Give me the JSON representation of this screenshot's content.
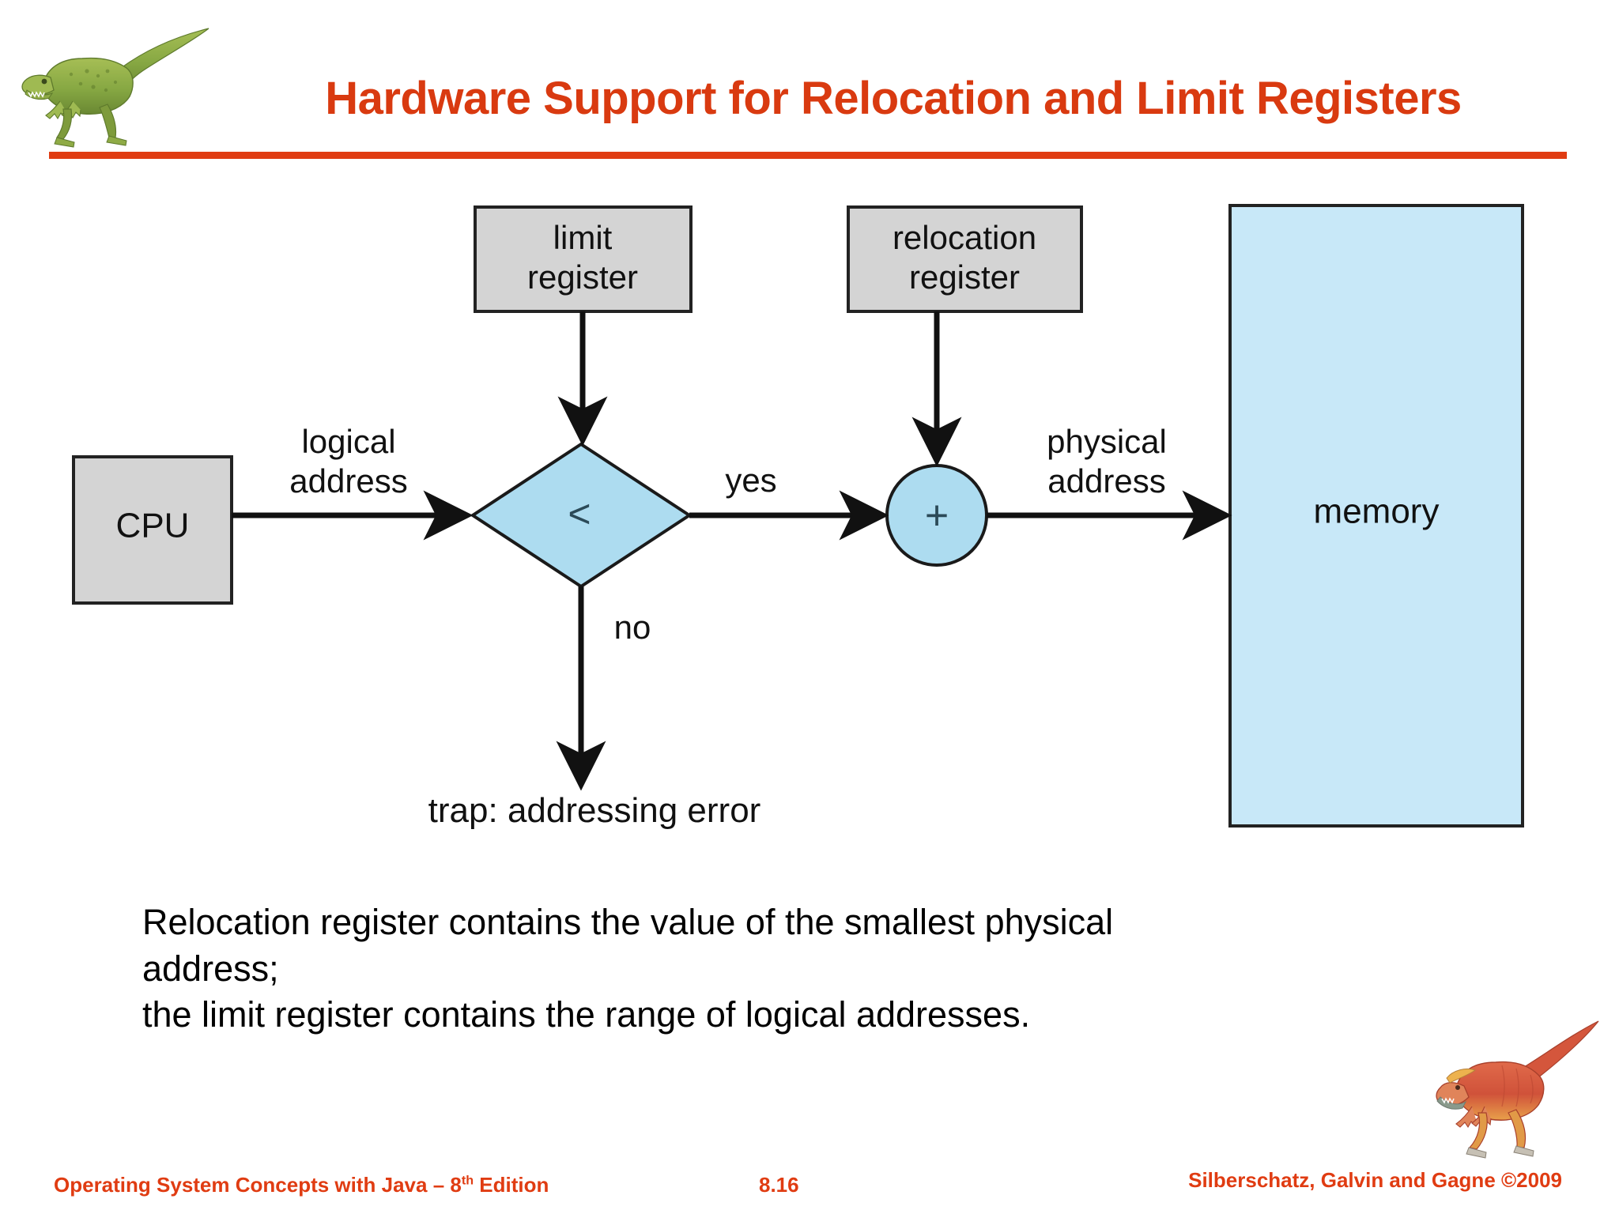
{
  "header": {
    "title": "Hardware Support for Relocation and Limit Registers",
    "logo_icon": "green-dinosaur-icon",
    "rule_color": "#E03C12",
    "title_color": "#D93A10"
  },
  "diagram": {
    "type": "flowchart",
    "nodes": {
      "cpu": {
        "label": "CPU",
        "shape": "rect",
        "fill": "#D4D4D4"
      },
      "limit_register": {
        "label_line1": "limit",
        "label_line2": "register",
        "shape": "rect",
        "fill": "#D4D4D4"
      },
      "relocation_register": {
        "label_line1": "relocation",
        "label_line2": "register",
        "shape": "rect",
        "fill": "#D4D4D4"
      },
      "compare": {
        "label": "<",
        "shape": "diamond",
        "fill": "#ADDCF0"
      },
      "adder": {
        "label": "+",
        "shape": "circle",
        "fill": "#ADDCF0"
      },
      "memory": {
        "label": "memory",
        "shape": "rect",
        "fill": "#C8E8F8"
      }
    },
    "edge_labels": {
      "logical_address_line1": "logical",
      "logical_address_line2": "address",
      "yes": "yes",
      "no": "no",
      "physical_address_line1": "physical",
      "physical_address_line2": "address",
      "trap": "trap: addressing error"
    }
  },
  "body": {
    "line1": "Relocation register contains the value of the smallest physical",
    "line2": "address;",
    "line3": "the limit register contains the range of logical addresses."
  },
  "bottom_logo": {
    "icon": "red-dinosaur-icon"
  },
  "footer": {
    "left_prefix": "Operating System Concepts  with Java – 8",
    "left_sup": "th",
    "left_suffix": " Edition",
    "page": "8.16",
    "right": "Silberschatz, Galvin and Gagne ©2009",
    "color": "#E03C12"
  }
}
